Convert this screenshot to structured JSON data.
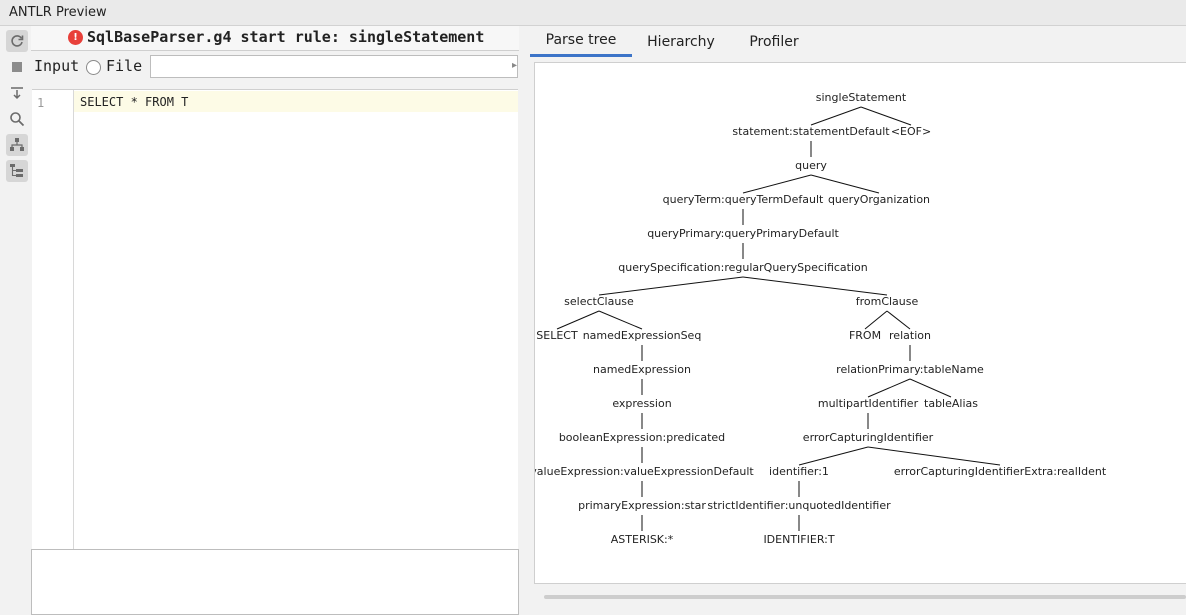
{
  "window": {
    "title": "ANTLR Preview"
  },
  "header": {
    "error_icon_glyph": "!",
    "text": "SqlBaseParser.g4 start rule: singleStatement"
  },
  "input": {
    "input_label": "Input",
    "file_label": "File",
    "file_value": ""
  },
  "editor": {
    "line_number": "1",
    "code": "SELECT * FROM T"
  },
  "tabs": [
    {
      "label": "Parse tree"
    },
    {
      "label": "Hierarchy"
    },
    {
      "label": "Profiler"
    }
  ],
  "toolbar": {
    "icons": [
      "refresh-icon",
      "stop-icon",
      "import-icon",
      "find-icon",
      "tree-icon",
      "hierarchy-icon"
    ]
  },
  "parse_tree": {
    "nodes": [
      {
        "id": "n0",
        "label": "singleStatement"
      },
      {
        "id": "n1",
        "label": "statement:statementDefault",
        "parent": "n0"
      },
      {
        "id": "n2",
        "label": "<EOF>",
        "parent": "n0"
      },
      {
        "id": "n3",
        "label": "query",
        "parent": "n1"
      },
      {
        "id": "n4",
        "label": "queryTerm:queryTermDefault",
        "parent": "n3"
      },
      {
        "id": "n5",
        "label": "queryOrganization",
        "parent": "n3"
      },
      {
        "id": "n6",
        "label": "queryPrimary:queryPrimaryDefault",
        "parent": "n4"
      },
      {
        "id": "n7",
        "label": "querySpecification:regularQuerySpecification",
        "parent": "n6"
      },
      {
        "id": "n8",
        "label": "selectClause",
        "parent": "n7"
      },
      {
        "id": "n9",
        "label": "fromClause",
        "parent": "n7"
      },
      {
        "id": "n10",
        "label": "SELECT",
        "parent": "n8"
      },
      {
        "id": "n11",
        "label": "namedExpressionSeq",
        "parent": "n8"
      },
      {
        "id": "n12",
        "label": "FROM",
        "parent": "n9"
      },
      {
        "id": "n13",
        "label": "relation",
        "parent": "n9"
      },
      {
        "id": "n14",
        "label": "namedExpression",
        "parent": "n11"
      },
      {
        "id": "n15",
        "label": "relationPrimary:tableName",
        "parent": "n13"
      },
      {
        "id": "n16",
        "label": "expression",
        "parent": "n14"
      },
      {
        "id": "n17",
        "label": "multipartIdentifier",
        "parent": "n15"
      },
      {
        "id": "n18",
        "label": "tableAlias",
        "parent": "n15"
      },
      {
        "id": "n19",
        "label": "booleanExpression:predicated",
        "parent": "n16"
      },
      {
        "id": "n20",
        "label": "errorCapturingIdentifier",
        "parent": "n17"
      },
      {
        "id": "n21",
        "label": "valueExpression:valueExpressionDefault",
        "parent": "n19"
      },
      {
        "id": "n22",
        "label": "identifier:1",
        "parent": "n20"
      },
      {
        "id": "n23",
        "label": "errorCapturingIdentifierExtra:realIdent",
        "parent": "n20"
      },
      {
        "id": "n24",
        "label": "primaryExpression:star",
        "parent": "n21"
      },
      {
        "id": "n25",
        "label": "strictIdentifier:unquotedIdentifier",
        "parent": "n22"
      },
      {
        "id": "n26",
        "label": "ASTERISK:*",
        "parent": "n24"
      },
      {
        "id": "n27",
        "label": "IDENTIFIER:T",
        "parent": "n25"
      }
    ]
  }
}
